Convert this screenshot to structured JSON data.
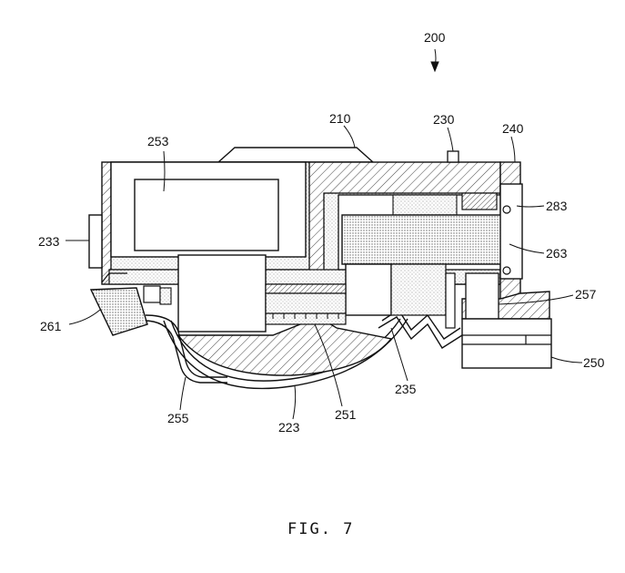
{
  "figure": {
    "caption": "FIG. 7",
    "assembly_ref": "200"
  },
  "labels": {
    "l200": "200",
    "l210": "210",
    "l230": "230",
    "l240": "240",
    "l253": "253",
    "l283": "283",
    "l233": "233",
    "l263": "263",
    "l257": "257",
    "l261": "261",
    "l250": "250",
    "l235": "235",
    "l255": "255",
    "l223": "223",
    "l251": "251"
  },
  "colors": {
    "line": "#111111",
    "hatch": "#444444",
    "dots": "#7a7a7a",
    "background": "#ffffff"
  }
}
